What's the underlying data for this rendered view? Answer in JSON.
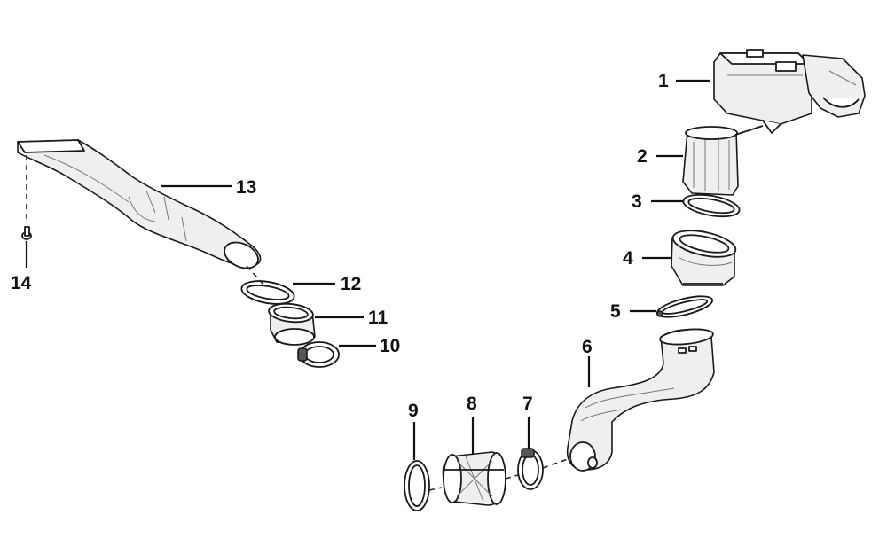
{
  "parts": [
    {
      "key": "p1",
      "number": "1",
      "name": "air-filter-box"
    },
    {
      "key": "p2",
      "number": "2",
      "name": "filter-sleeve"
    },
    {
      "key": "p3",
      "number": "3",
      "name": "gasket-ring"
    },
    {
      "key": "p4",
      "number": "4",
      "name": "intake-adapter"
    },
    {
      "key": "p5",
      "number": "5",
      "name": "hose-clamp-oval"
    },
    {
      "key": "p6",
      "number": "6",
      "name": "intake-duct-elbow"
    },
    {
      "key": "p7",
      "number": "7",
      "name": "hose-clamp-round"
    },
    {
      "key": "p8",
      "number": "8",
      "name": "rubber-coupler"
    },
    {
      "key": "p9",
      "number": "9",
      "name": "clamp-ring"
    },
    {
      "key": "p10",
      "number": "10",
      "name": "hose-clamp"
    },
    {
      "key": "p11",
      "number": "11",
      "name": "coupling-sleeve"
    },
    {
      "key": "p12",
      "number": "12",
      "name": "oval-gasket"
    },
    {
      "key": "p13",
      "number": "13",
      "name": "intake-snorkel-duct"
    },
    {
      "key": "p14",
      "number": "14",
      "name": "screw"
    }
  ]
}
